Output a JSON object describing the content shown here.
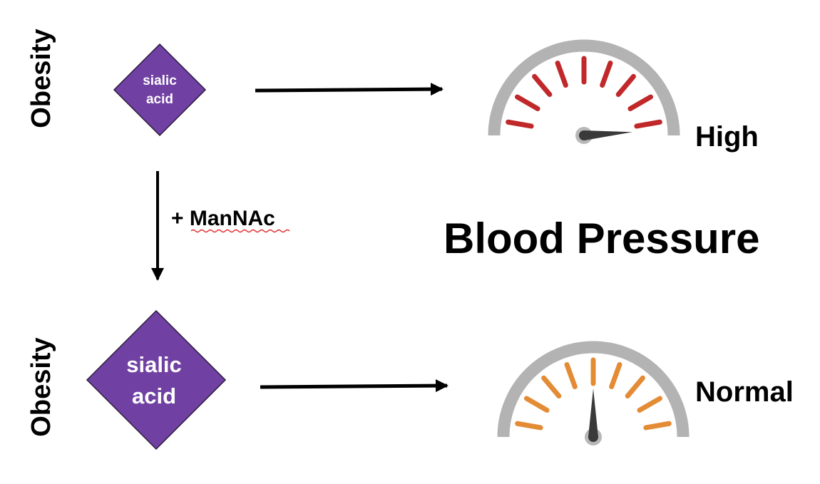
{
  "rows": [
    {
      "condition": "Obesity",
      "molecule_line1": "sialic",
      "molecule_line2": "acid",
      "level": "High",
      "tick_color": "#c0282a"
    },
    {
      "condition": "Obesity",
      "molecule_line1": "sialic",
      "molecule_line2": "acid",
      "level": "Normal",
      "tick_color": "#e38b35"
    }
  ],
  "treatment": "+ ManNAc",
  "title": "Blood Pressure",
  "colors": {
    "diamond": "#7041a3",
    "gauge_arc": "#b3b3b3",
    "needle": "#3a3a3a"
  }
}
